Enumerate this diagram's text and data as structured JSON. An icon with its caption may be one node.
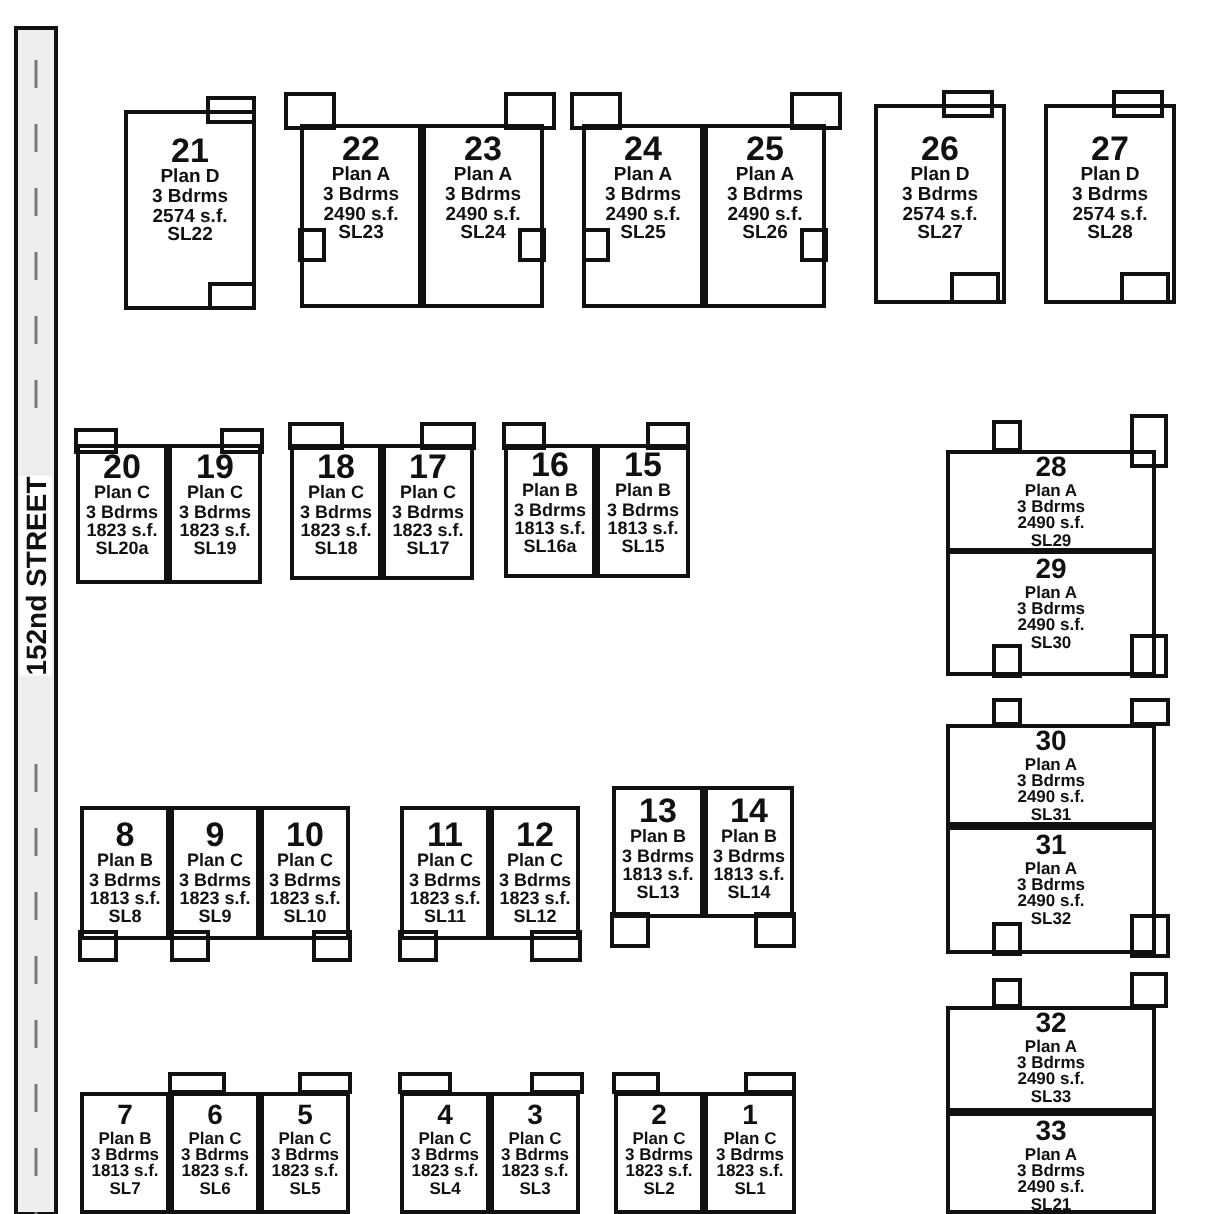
{
  "diagram": {
    "nodes": [
      {
        "text": [
          "21",
          "Plan D",
          "3 Bdrms",
          "2574 s.f.",
          "SL22"
        ]
      },
      {
        "text": [
          "22",
          "Plan A",
          "3 Bdrms",
          "2490 s.f.",
          "SL23"
        ]
      },
      {
        "text": [
          "23",
          "Plan A",
          "3 Bdrms",
          "2490 s.f.",
          "SL24"
        ]
      },
      {
        "text": [
          "24",
          "Plan A",
          "3 Bdrms",
          "2490 s.f.",
          "SL25"
        ]
      },
      {
        "text": [
          "25",
          "Plan A",
          "3 Bdrms",
          "2490 s.f.",
          "SL26"
        ]
      },
      {
        "text": [
          "26",
          "Plan D",
          "3 Bdrms",
          "2574 s.f.",
          "SL27"
        ]
      },
      {
        "text": [
          "27",
          "Plan D",
          "3 Bdrms",
          "2574 s.f.",
          "SL28"
        ]
      },
      {
        "text": [
          "20",
          "Plan C",
          "3 Bdrms",
          "1823 s.f.",
          "SL20a"
        ]
      },
      {
        "text": [
          "19",
          "Plan C",
          "3 Bdrms",
          "1823 s.f.",
          "SL19"
        ]
      },
      {
        "text": [
          "18",
          "Plan C",
          "3 Bdrms",
          "1823 s.f.",
          "SL18"
        ]
      },
      {
        "text": [
          "17",
          "Plan C",
          "3 Bdrms",
          "1823 s.f.",
          "SL17"
        ]
      },
      {
        "text": [
          "16",
          "Plan B",
          "3 Bdrms",
          "1813 s.f.",
          "SL16a"
        ]
      },
      {
        "text": [
          "15",
          "Plan B",
          "3 Bdrms",
          "1813 s.f.",
          "SL15"
        ]
      },
      {
        "text": [
          "28",
          "Plan A",
          "3 Bdrms",
          "2490 s.f.",
          "SL29"
        ]
      },
      {
        "text": [
          "29",
          "Plan A",
          "3 Bdrms",
          "2490 s.f.",
          "SL30"
        ]
      },
      {
        "text": [
          "30",
          "Plan A",
          "3 Bdrms",
          "2490 s.f.",
          "SL31"
        ]
      },
      {
        "text": [
          "31",
          "Plan A",
          "3 Bdrms",
          "2490 s.f.",
          "SL32"
        ]
      },
      {
        "text": [
          "8",
          "Plan B",
          "3 Bdrms",
          "1813 s.f.",
          "SL8"
        ]
      },
      {
        "text": [
          "9",
          "Plan C",
          "3 Bdrms",
          "1823 s.f.",
          "SL9"
        ]
      },
      {
        "text": [
          "10",
          "Plan C",
          "3 Bdrms",
          "1823 s.f.",
          "SL10"
        ]
      },
      {
        "text": [
          "11",
          "Plan C",
          "3 Bdrms",
          "1823 s.f.",
          "SL11"
        ]
      },
      {
        "text": [
          "12",
          "Plan C",
          "3 Bdrms",
          "1823 s.f.",
          "SL12"
        ]
      },
      {
        "text": [
          "13",
          "Plan B",
          "3 Bdrms",
          "1813 s.f.",
          "SL13"
        ]
      },
      {
        "text": [
          "14",
          "Plan B",
          "3 Bdrms",
          "1813 s.f.",
          "SL14"
        ]
      },
      {
        "text": [
          "32",
          "Plan A",
          "3 Bdrms",
          "2490 s.f.",
          "SL33"
        ]
      },
      {
        "text": [
          "33",
          "Plan A",
          "3 Bdrms",
          "2490 s.f.",
          "SL21"
        ]
      },
      {
        "text": [
          "7",
          "Plan B",
          "3 Bdrms",
          "1813 s.f.",
          "SL7"
        ]
      },
      {
        "text": [
          "6",
          "Plan C",
          "3 Bdrms",
          "1823 s.f.",
          "SL6"
        ]
      },
      {
        "text": [
          "5",
          "Plan C",
          "3 Bdrms",
          "1823 s.f.",
          "SL5"
        ]
      },
      {
        "text": [
          "4",
          "Plan C",
          "3 Bdrms",
          "1823 s.f.",
          "SL4"
        ]
      },
      {
        "text": [
          "3",
          "Plan C",
          "3 Bdrms",
          "1823 s.f.",
          "SL3"
        ]
      },
      {
        "text": [
          "2",
          "Plan C",
          "3 Bdrms",
          "1823 s.f.",
          "SL2"
        ]
      },
      {
        "text": [
          "1",
          "Plan C",
          "3 Bdrms",
          "1823 s.f.",
          "SL1"
        ]
      }
    ],
    "labels": [
      "152nd STREET"
    ]
  }
}
